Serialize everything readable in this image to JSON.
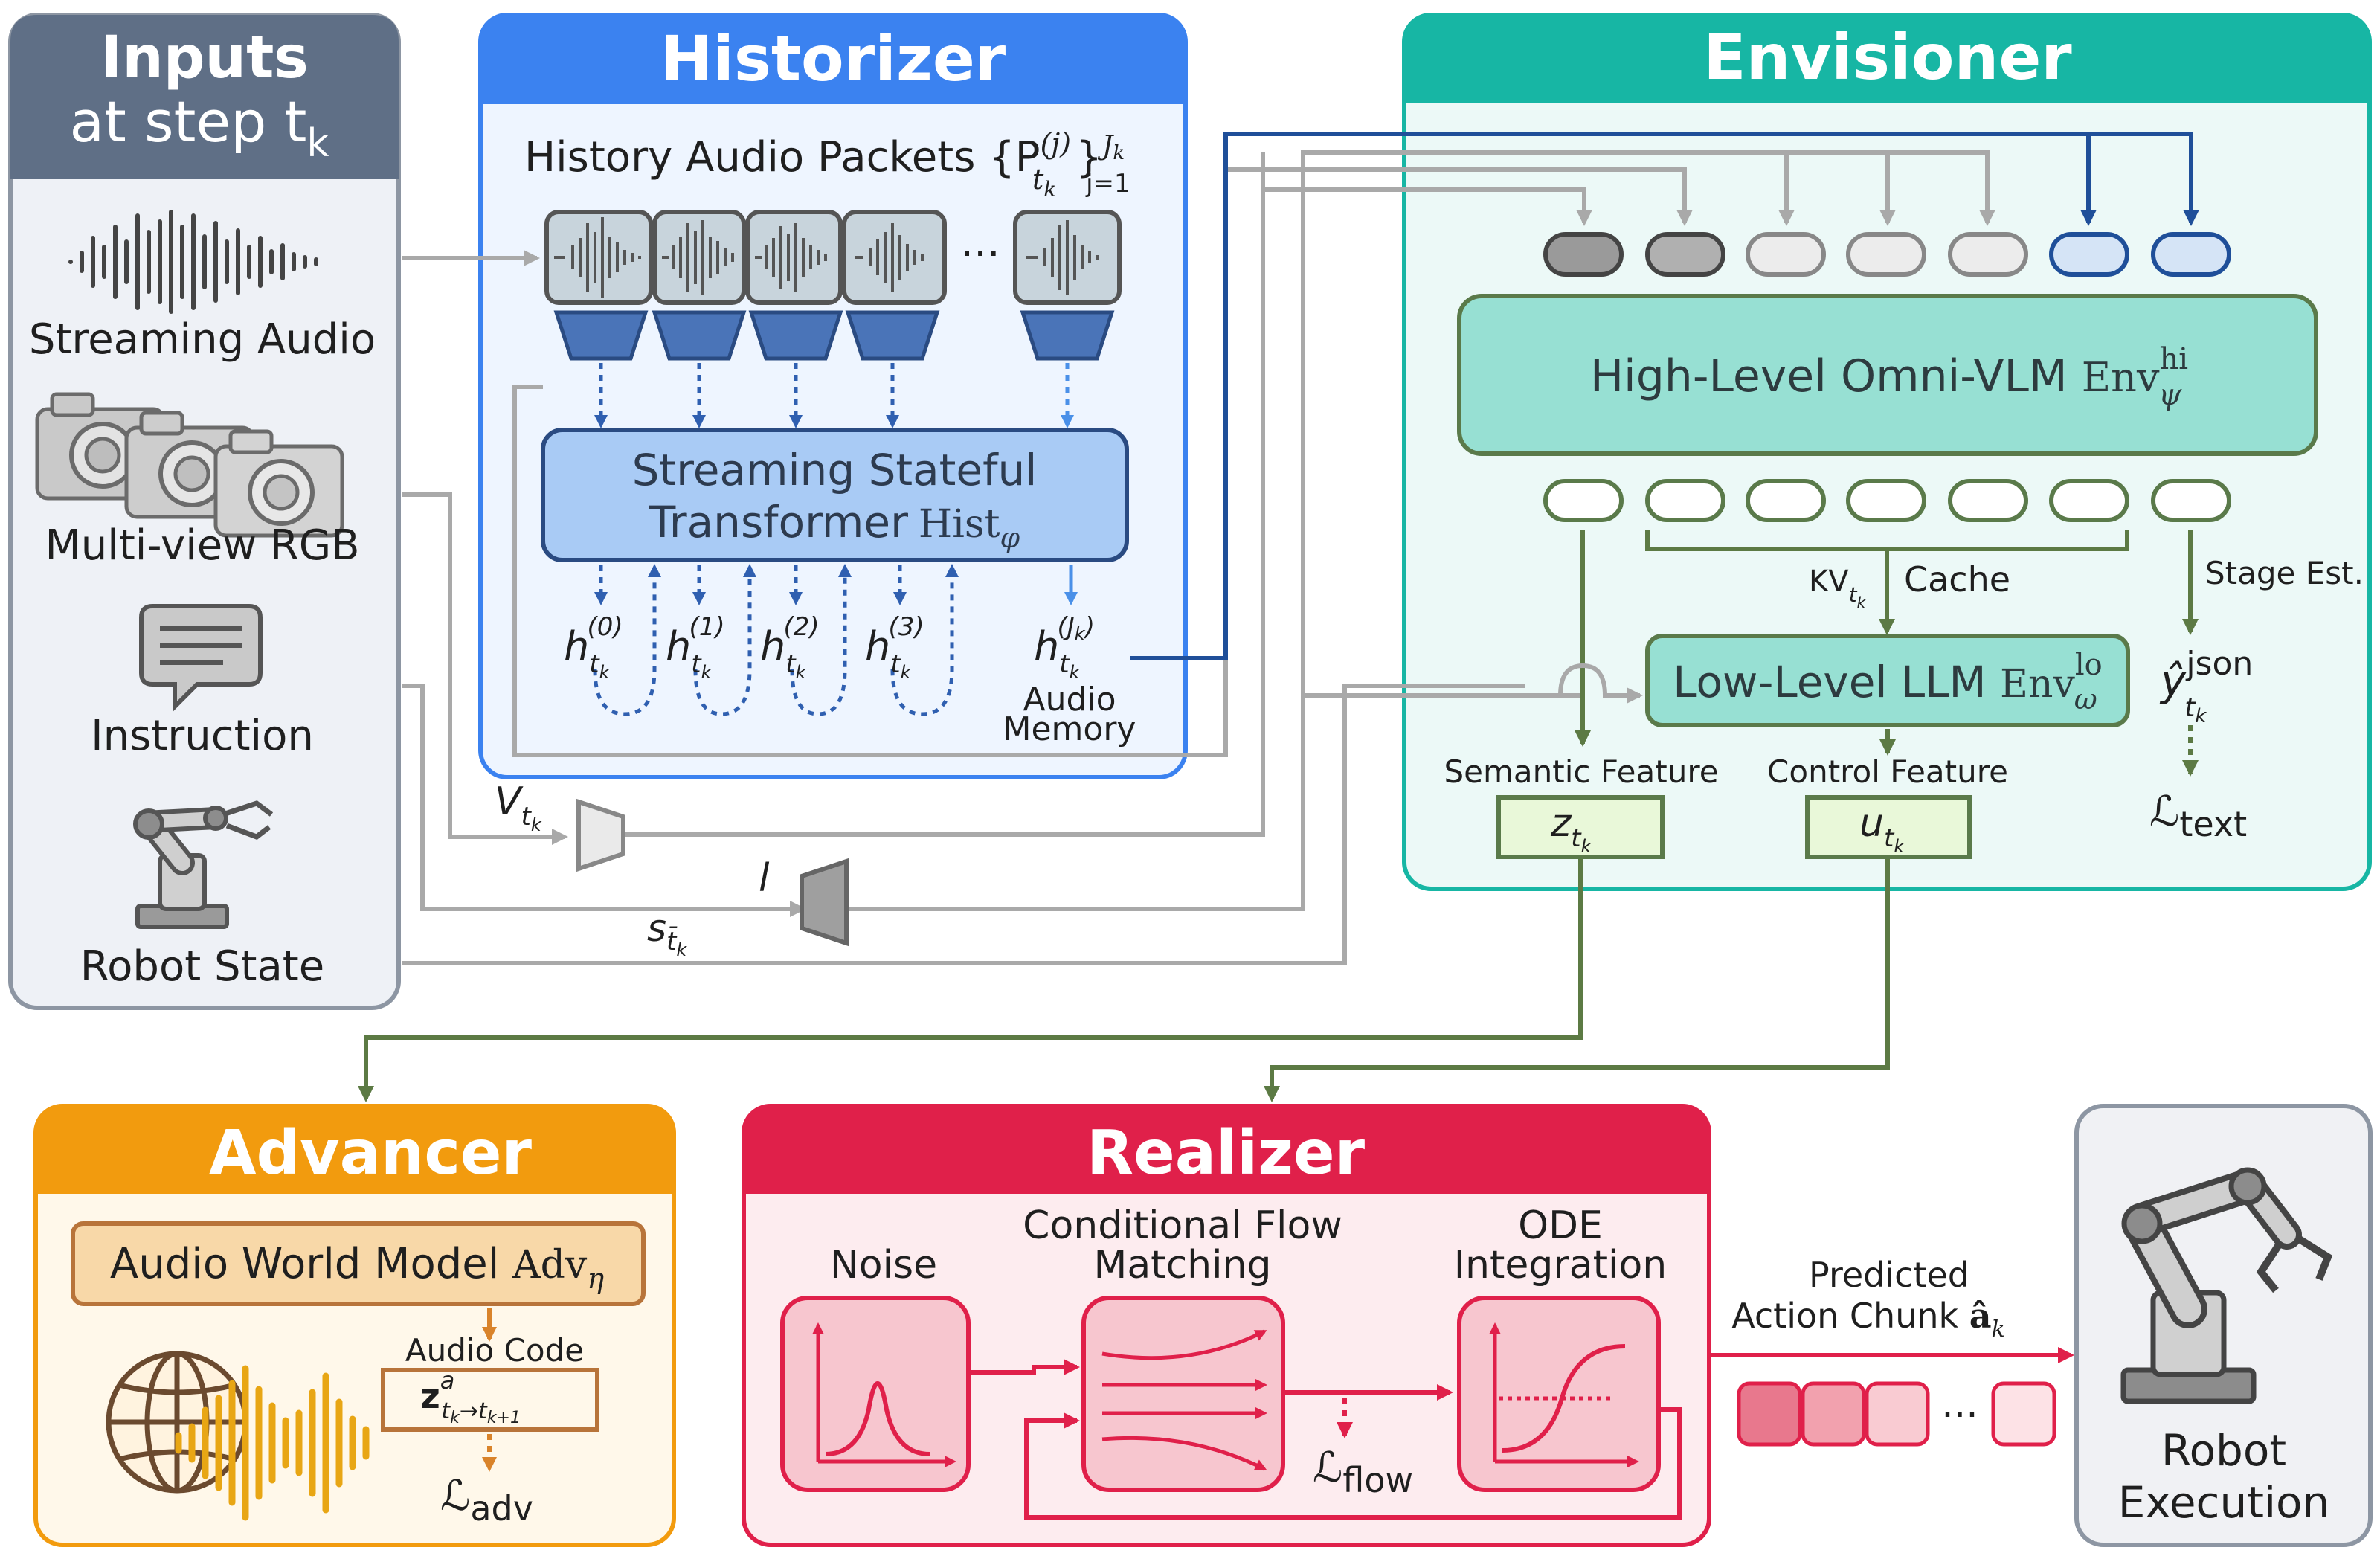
{
  "colors": {
    "inputs_header": "#5f6f86",
    "inputs_panel": "#eef1f6",
    "historizer": "#3b82f0",
    "historizer_panel": "#eef5ff",
    "envisioner": "#17b6a4",
    "envisioner_panel": "#ecf9f7",
    "advancer": "#f29b0e",
    "advancer_panel": "#fff8ea",
    "realizer": "#e0204a",
    "realizer_panel": "#fdecef",
    "execution_panel": "#f0f1f4",
    "green_arrow": "#5c7a44",
    "gray_arrow": "#a9a9a9",
    "blue_arrow": "#1f4f99"
  },
  "inputs": {
    "title_line1": "Inputs",
    "title_line2": "at step t",
    "title_sub": "k",
    "streaming_audio": "Streaming Audio",
    "multiview_rgb": "Multi-view RGB",
    "instruction": "Instruction",
    "robot_state": "Robot State"
  },
  "historizer": {
    "title": "Historizer",
    "packets_label": "History Audio Packets {P",
    "packets_sup": "(j)",
    "packets_sub": "t",
    "packets_subsub": "k",
    "packets_close": "}",
    "packets_close_sup": "J",
    "packets_close_supsub": "k",
    "packets_close_sub": "j=1",
    "ellipsis": "···",
    "transformer_line1": "Streaming Stateful",
    "transformer_line2": "Transformer",
    "transformer_hist": "Hist",
    "transformer_sub": "φ",
    "states": [
      {
        "base": "h",
        "sub": "t",
        "subsub": "k",
        "sup": "(0)"
      },
      {
        "base": "h",
        "sub": "t",
        "subsub": "k",
        "sup": "(1)"
      },
      {
        "base": "h",
        "sub": "t",
        "subsub": "k",
        "sup": "(2)"
      },
      {
        "base": "h",
        "sub": "t",
        "subsub": "k",
        "sup": "(3)"
      },
      {
        "base": "h",
        "sub": "t",
        "subsub": "k",
        "sup": "(J"
      }
    ],
    "state_last_supsub": "k",
    "state_last_close": ")",
    "audio_memory_line1": "Audio",
    "audio_memory_line2": "Memory"
  },
  "encoders": {
    "v_label": "V",
    "v_sub": "t",
    "v_subsub": "k",
    "l_label": "l",
    "s_label": "s",
    "s_sub": "t̄",
    "s_subsub": "k"
  },
  "envisioner": {
    "title": "Envisioner",
    "high_level_text": "High-Level Omni-VLM ",
    "high_level_env": "Env",
    "high_level_sup": "hi",
    "high_level_sub": "ψ",
    "kv_label": "KV",
    "kv_sub": "t",
    "kv_subsub": "k",
    "cache_label": "Cache",
    "stage_est": "Stage Est.",
    "low_level_text": "Low-Level LLM ",
    "low_level_env": "Env",
    "low_level_sup": "lo",
    "low_level_sub": "ω",
    "semantic_feature": "Semantic Feature",
    "control_feature": "Control Feature",
    "z_label": "z",
    "z_sub": "t",
    "z_subsub": "k",
    "u_label": "u",
    "u_sub": "t",
    "u_subsub": "k",
    "y_label": "ŷ",
    "y_sup": "json",
    "y_sub": "t",
    "y_subsub": "k",
    "loss_text": "ℒ",
    "loss_text_sub": "text"
  },
  "advancer": {
    "title": "Advancer",
    "model_text": "Audio World Model ",
    "model_adv": "Adv",
    "model_sub": "η",
    "audio_code": "Audio Code",
    "code_base": "z",
    "code_sup": "a",
    "code_sub": "t",
    "code_subsub": "k",
    "code_arrow": "→t",
    "code_subsub2": "k+1",
    "loss": "ℒ",
    "loss_sub": "adv"
  },
  "realizer": {
    "title": "Realizer",
    "noise": "Noise",
    "cfm_line1": "Conditional Flow",
    "cfm_line2": "Matching",
    "ode_line1": "ODE",
    "ode_line2": "Integration",
    "loss": "ℒ",
    "loss_sub": "flow",
    "predicted_line1": "Predicted",
    "predicted_line2": "Action Chunk ",
    "predicted_a": "â",
    "predicted_sub": "k",
    "ellipsis": "···"
  },
  "execution": {
    "line1": "Robot",
    "line2": "Execution"
  }
}
